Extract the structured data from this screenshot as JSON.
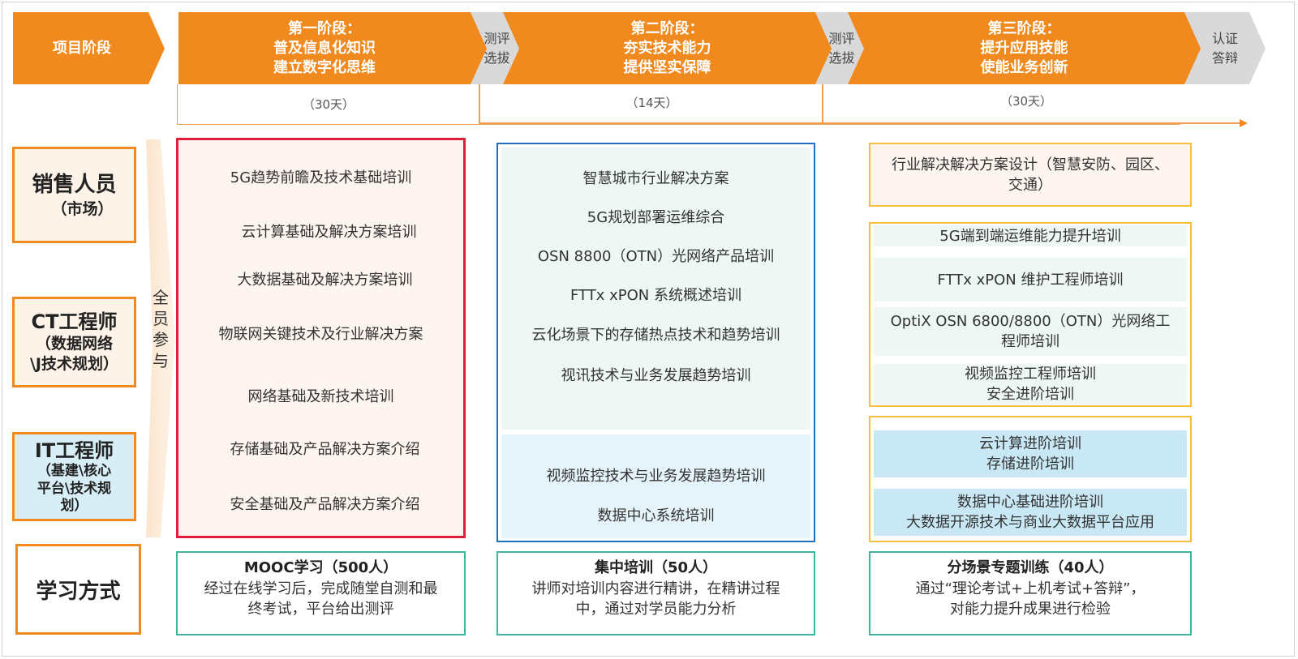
{
  "header": {
    "project_stage": "项目阶段",
    "phases": [
      {
        "line1": "第一阶段：",
        "line2": "普及信息化知识",
        "line3": "建立数字化思维",
        "duration": "（30天）"
      },
      {
        "line1": "第二阶段：",
        "line2": "夯实技术能力",
        "line3": "提供坚实保障",
        "duration": "（14天）"
      },
      {
        "line1": "第三阶段：",
        "line2": "提升应用技能",
        "line3": "使能业务创新",
        "duration": "（30天）"
      }
    ],
    "gates": [
      {
        "line1": "测评",
        "line2": "选拔"
      },
      {
        "line1": "测评",
        "line2": "选拔"
      },
      {
        "line1": "认证",
        "line2": "答辩"
      }
    ]
  },
  "roles": [
    {
      "title": "销售人员",
      "sub": [
        "（市场）"
      ]
    },
    {
      "title": "CT工程师",
      "sub": [
        "（数据网络",
        "\\J技术规划）"
      ]
    },
    {
      "title": "IT工程师",
      "sub": [
        "（基建\\核心",
        "平台\\技术规",
        "划）"
      ]
    }
  ],
  "all_participate": [
    "全",
    "员",
    "参",
    "与"
  ],
  "learning_method_label": "学习方式",
  "phase1_courses": [
    "5G趋势前瞻及技术基础培训",
    "云计算基础及解决方案培训",
    "大数据基础及解决方案培训",
    "物联网关键技术及行业解决方案",
    "网络基础及新技术培训",
    "存储基础及产品解决方案介绍",
    "安全基础及产品解决方案介绍"
  ],
  "phase2_courses_top": [
    "智慧城市行业解决方案",
    "5G规划部署运维综合",
    "OSN 8800（OTN）光网络产品培训",
    "FTTx xPON 系统概述培训",
    "云化场景下的存储热点技术和趋势培训",
    "视讯技术与业务发展趋势培训"
  ],
  "phase2_courses_bottom": [
    "视频监控技术与业务发展趋势培训",
    "数据中心系统培训"
  ],
  "phase3": {
    "sales": [
      "行业解决解决方案设计（智慧安防、园区、",
      "交通）"
    ],
    "ct": [
      [
        "5G端到端运维能力提升培训"
      ],
      [
        "FTTx xPON 维护工程师培训"
      ],
      [
        "OptiX OSN 6800/8800（OTN）光网络工",
        "程师培训"
      ],
      [
        "视频监控工程师培训",
        "安全进阶培训"
      ]
    ],
    "it": [
      [
        "云计算进阶培训",
        "存储进阶培训"
      ],
      [
        "数据中心基础进阶培训",
        "大数据开源技术与商业大数据平台应用"
      ]
    ]
  },
  "methods": [
    {
      "title": "MOOC学习（500人）",
      "lines": [
        "经过在线学习后，完成随堂自测和最",
        "终考试，平台给出测评"
      ]
    },
    {
      "title": "集中培训（50人）",
      "lines": [
        "讲师对培训内容进行精讲，在精讲过程",
        "中，通过对学员能力分析"
      ]
    },
    {
      "title": "分场景专题训练（40人）",
      "lines": [
        "通过“理论考试+上机考试+答辩”，",
        "对能力提升成果进行检验"
      ]
    }
  ],
  "colors": {
    "orange": "#f08a1e",
    "gray": "#d9d9d9",
    "red": "#e0203a",
    "blue": "#1e6fc0",
    "gold": "#f5c040",
    "teal": "#3fb49a"
  }
}
